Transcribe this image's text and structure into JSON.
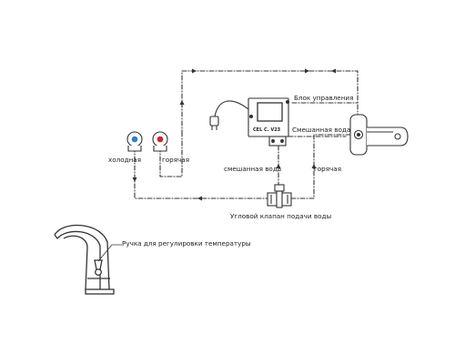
{
  "labels": {
    "control_unit": "Блок управления",
    "mixed_water_top": "Смешанная вода",
    "mixed_water_left": "смешанная вода",
    "hot_right": "горячая",
    "cold": "холодная",
    "hot_left": "горячая",
    "angle_valve": "Угловой клапан подачи воды",
    "temp_handle": "Ручка для регулировки температуры"
  },
  "unit": {
    "model_text": "CEL C. V23"
  },
  "colors": {
    "line": "#333333",
    "cold_indicator": "#2f7fc4",
    "hot_indicator": "#c8262b"
  }
}
